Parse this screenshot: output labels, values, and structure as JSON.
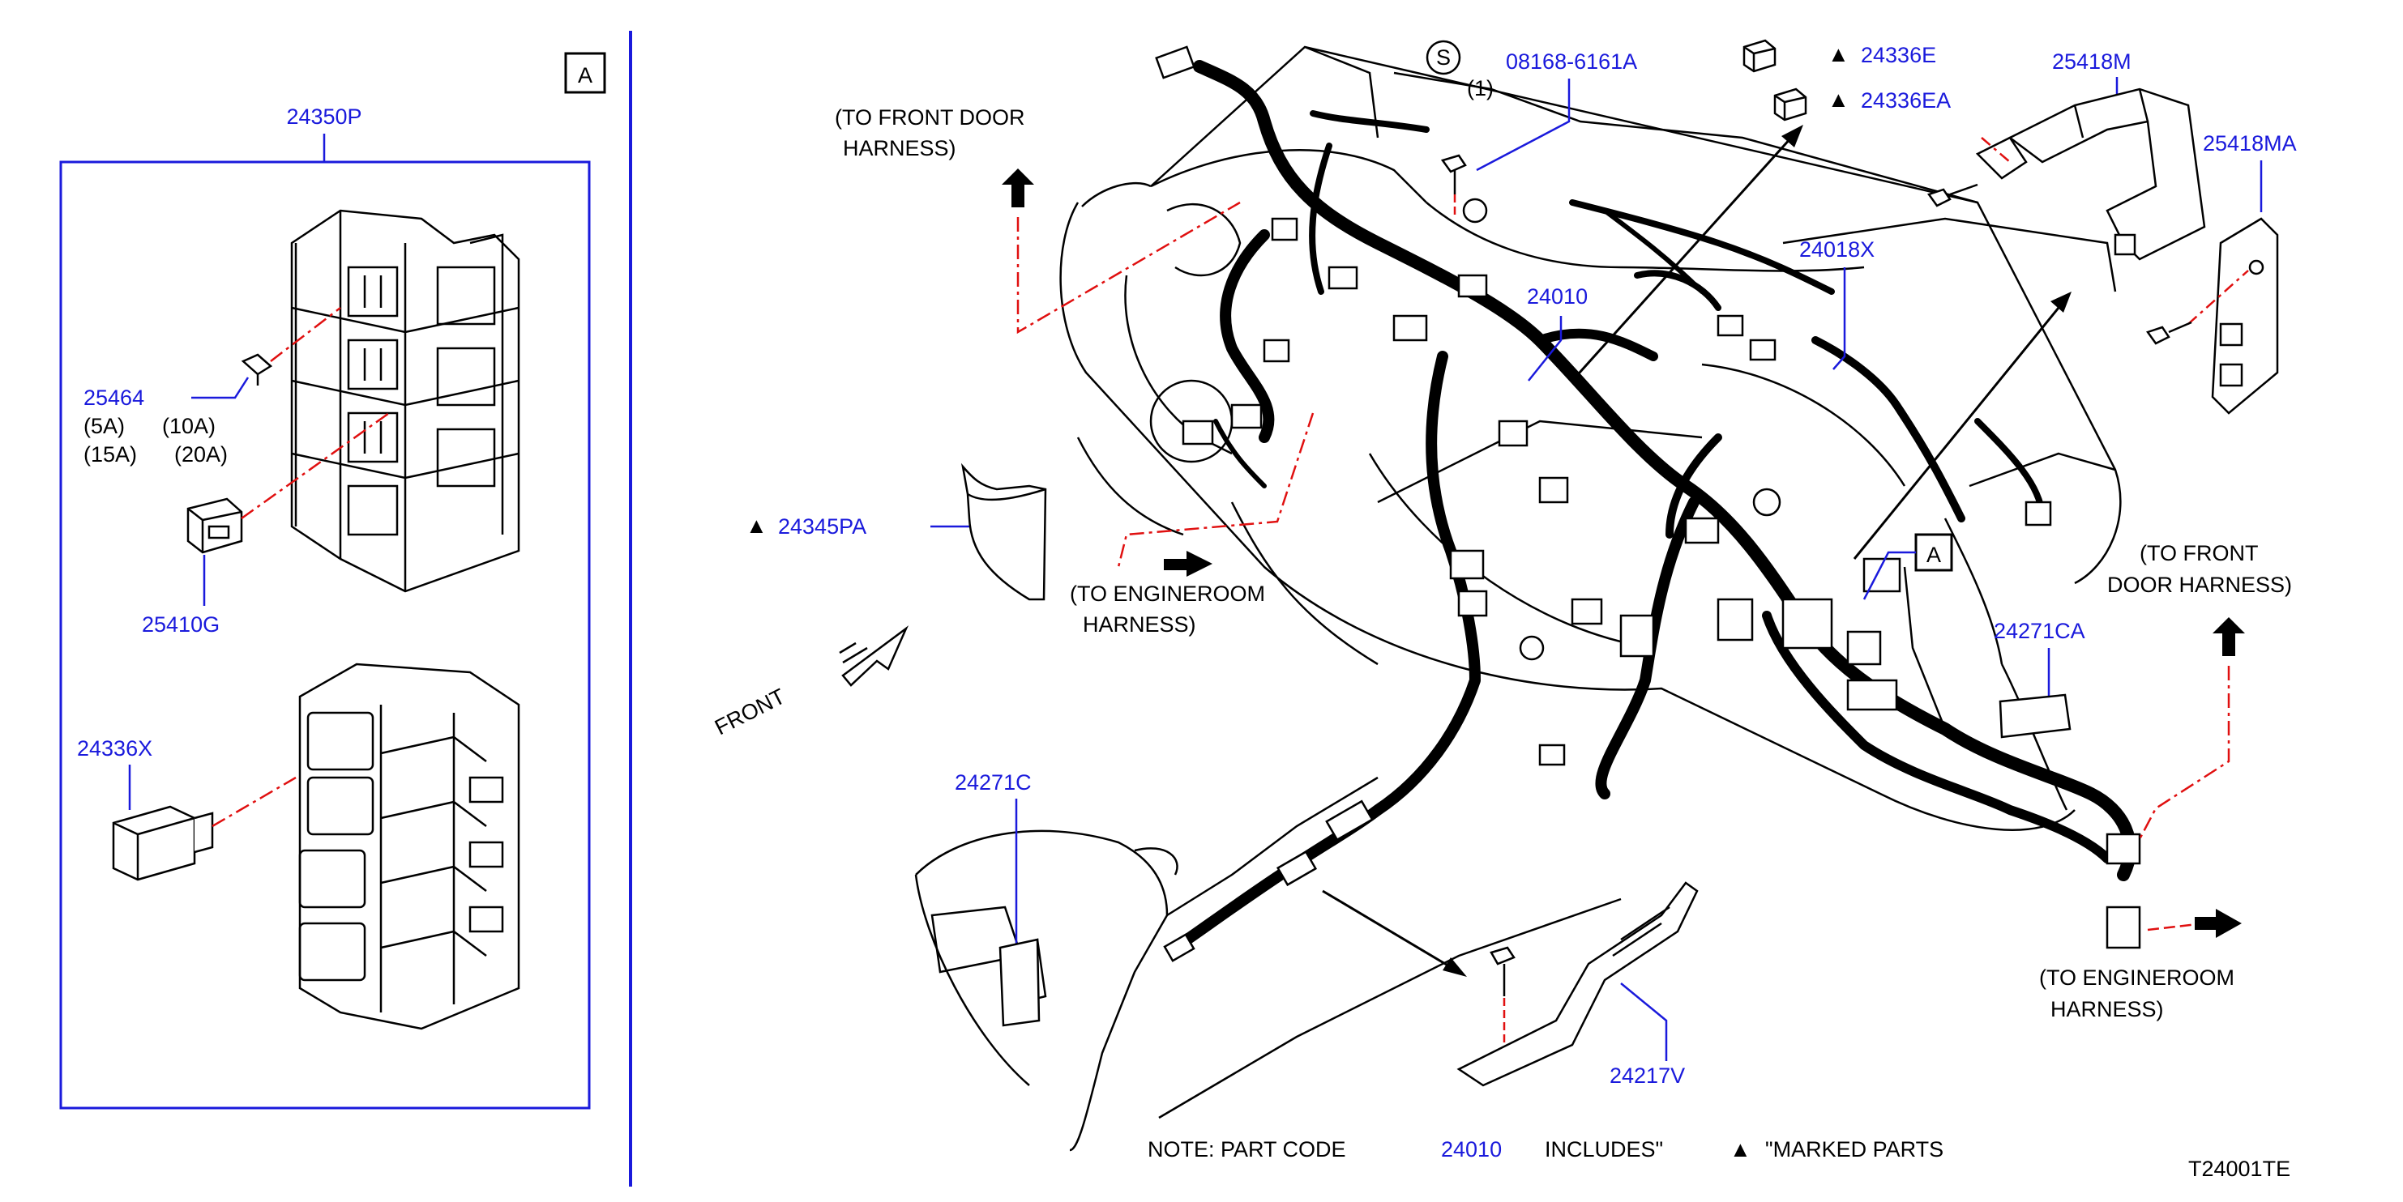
{
  "colors": {
    "part_link": "#1a1adc",
    "phantom_line": "#e01010",
    "ink": "#000000"
  },
  "box_a": {
    "tag": "A",
    "part": "24350P"
  },
  "fuse": {
    "part": "25464",
    "sizes": [
      "(5A)",
      "(10A)",
      "(15A)",
      "(20A)"
    ]
  },
  "fuse_holder": {
    "part": "25410G"
  },
  "relay": {
    "part": "24336X"
  },
  "screw_symbol": "S",
  "screw": {
    "part": "08168-6161A",
    "qty": "(1)"
  },
  "relay_e": {
    "part": "24336E"
  },
  "relay_ea": {
    "part": "24336EA"
  },
  "bracket_m": {
    "part": "25418M"
  },
  "bracket_ma": {
    "part": "25418MA"
  },
  "harness_x": {
    "part": "24018X"
  },
  "main_harness": {
    "part": "24010"
  },
  "protector_pa": {
    "part": "24345PA"
  },
  "tape_ca": {
    "part": "24271CA"
  },
  "tape_c": {
    "part": "24271C"
  },
  "bracket_v": {
    "part": "24217V"
  },
  "detail_tag": "A",
  "notes": {
    "to_front_door_left": [
      "(TO  FRONT  DOOR",
      "HARNESS)"
    ],
    "to_engineroom_mid": [
      "(TO  ENGINEROOM",
      "HARNESS)"
    ],
    "to_front_door_right": [
      "(TO  FRONT",
      "DOOR  HARNESS)"
    ],
    "to_engineroom_right": [
      "(TO  ENGINEROOM",
      "HARNESS)"
    ],
    "front": "FRONT",
    "footer_prefix": "NOTE:  PART  CODE",
    "footer_code": "24010",
    "footer_mid": "INCLUDES\"",
    "footer_suffix": "\"MARKED  PARTS",
    "diagram_id": "T24001TE"
  },
  "marker_glyph": "▲"
}
